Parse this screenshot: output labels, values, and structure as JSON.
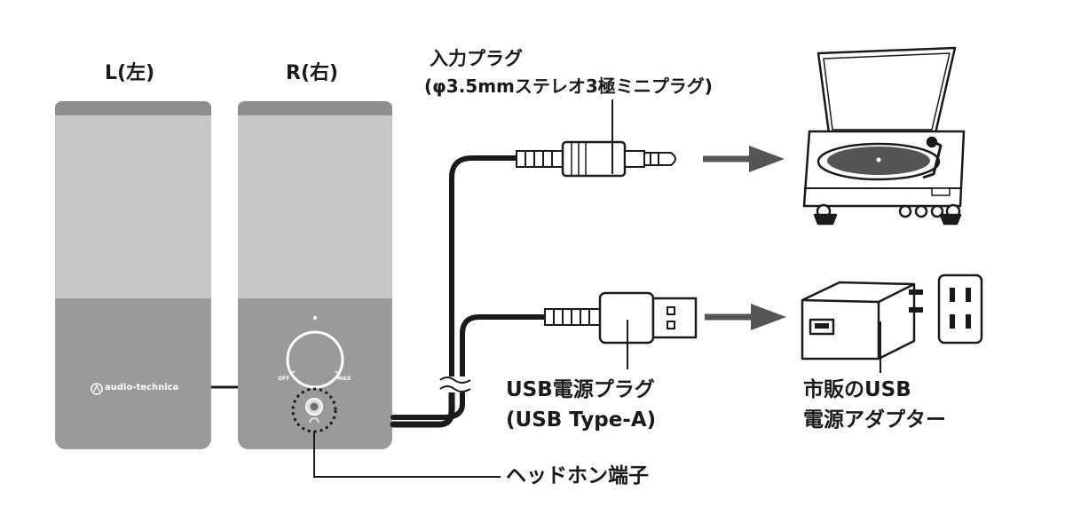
{
  "speakers": {
    "left_label": "L(左)",
    "right_label": "R(右)",
    "brand": "audio-technica",
    "power_dial": {
      "left_mark": "OFF",
      "right_mark": "MAX"
    }
  },
  "labels": {
    "input_plug": [
      "入力プラグ",
      "(φ3.5mmステレオ3極ミニプラグ)"
    ],
    "usb_plug": [
      "USB電源プラグ",
      "(USB Type-A)"
    ],
    "usb_adapter": [
      "市販のUSB",
      "電源アダプター"
    ],
    "headphone_jack": "ヘッドホン端子"
  },
  "colors": {
    "speaker_top": "#c7c7c7",
    "speaker_bottom": "#9a9a9a",
    "speaker_band": "#8e8e8e",
    "cable": "#1a1a1a",
    "arrow": "#555555"
  }
}
